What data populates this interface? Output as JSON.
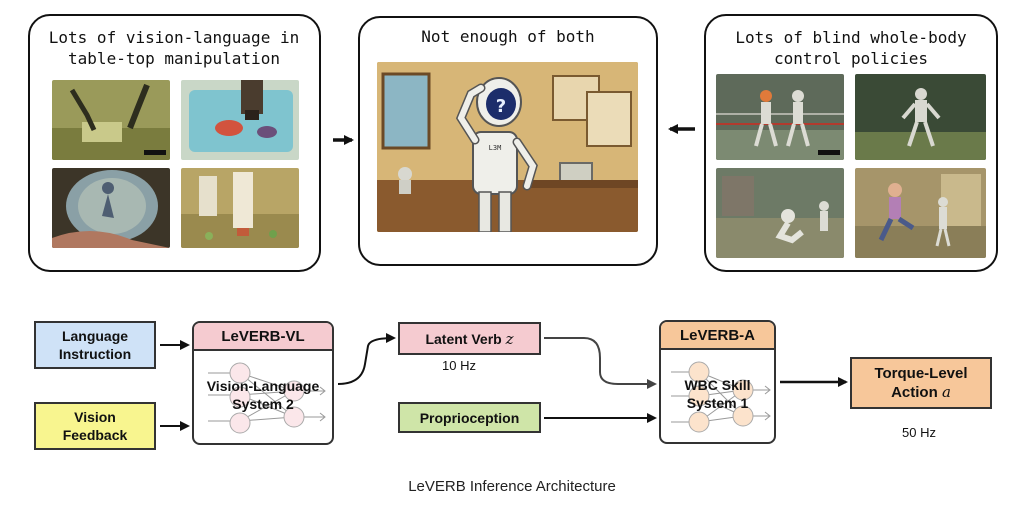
{
  "panels": {
    "left": {
      "title_line1": "Lots of vision-language in",
      "title_line2": "table-top manipulation"
    },
    "center": {
      "title": "Not enough of both",
      "robot_glyph": "?"
    },
    "right": {
      "title_line1": "Lots of blind whole-body",
      "title_line2": "control policies"
    }
  },
  "blocks": {
    "language": {
      "line1": "Language",
      "line2": "Instruction",
      "color": "#cfe2f7"
    },
    "vision": {
      "line1": "Vision",
      "line2": "Feedback",
      "color": "#f8f58f"
    },
    "vl": {
      "header": "LeVERB-VL",
      "line1": "Vision-Language",
      "line2": "System 2",
      "header_color": "#f5cbd0"
    },
    "latent": {
      "label": "Latent Verb ",
      "symbol": "z",
      "rate": "10 Hz",
      "color": "#f5cbd0"
    },
    "proprio": {
      "label": "Proprioception",
      "color": "#cfe5a8"
    },
    "a": {
      "header": "LeVERB-A",
      "line1": "WBC Skill",
      "line2": "System 1",
      "header_color": "#f7c79a"
    },
    "torque": {
      "line1": "Torque-Level",
      "line2": "Action ",
      "symbol": "a",
      "rate": "50 Hz",
      "color": "#f7c79a"
    }
  },
  "caption": "LeVERB Inference Architecture",
  "icons": [
    "arrow-right-icon",
    "arrow-left-icon",
    "neural-network-icon",
    "question-mark-icon"
  ]
}
